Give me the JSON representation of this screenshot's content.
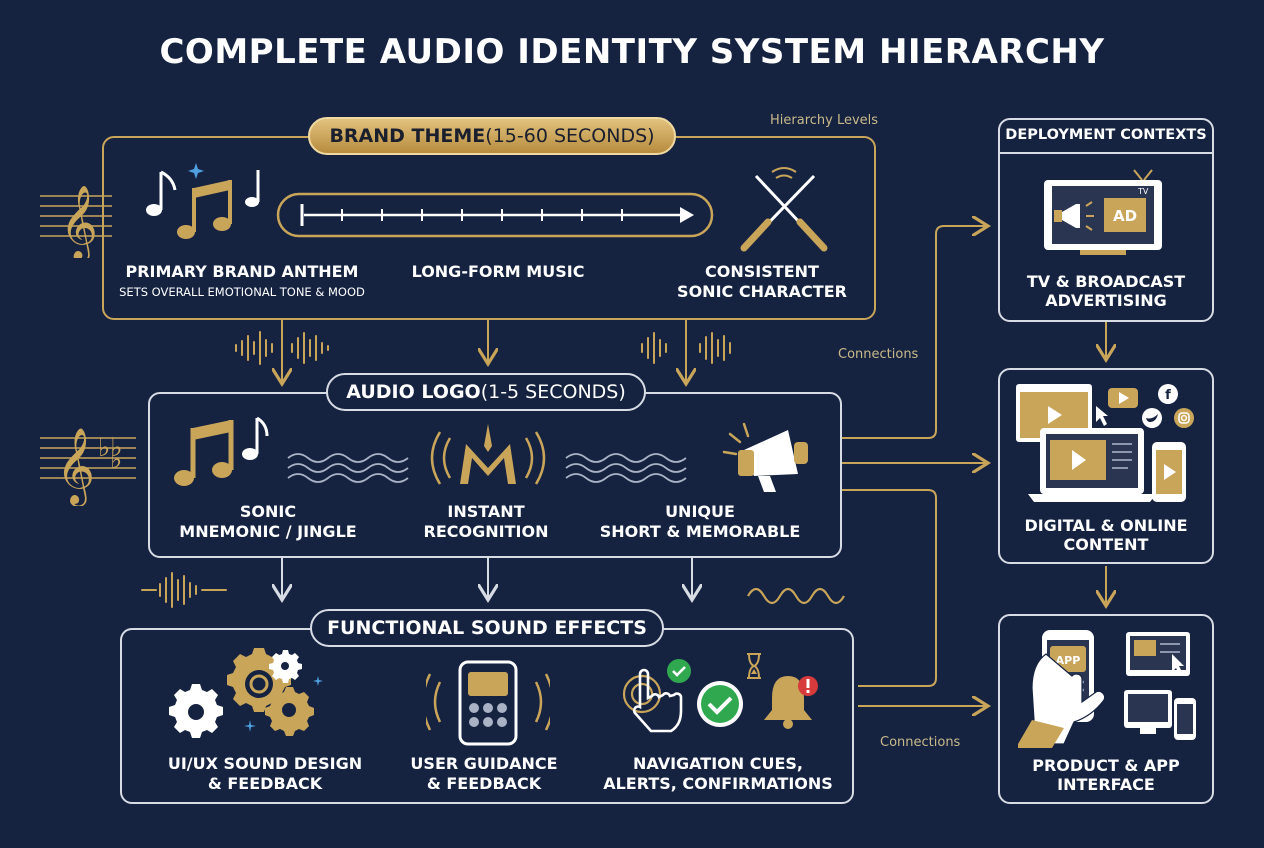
{
  "title": "COMPLETE AUDIO IDENTITY SYSTEM HIERARCHY",
  "notes": {
    "hierarchy_levels": "Hierarchy Levels",
    "connections_1": "Connections",
    "connections_2": "Connections"
  },
  "brand_theme": {
    "title_main": "BRAND THEME",
    "title_detail": " (15-60 SECONDS)",
    "items": [
      {
        "label_line1": "PRIMARY BRAND ANTHEM",
        "label_line2": "SETS OVERALL EMOTIONAL TONE & MOOD"
      },
      {
        "label_line1": "LONG-FORM MUSIC"
      },
      {
        "label_line1": "CONSISTENT",
        "label_line2": "SONIC CHARACTER"
      }
    ]
  },
  "audio_logo": {
    "title_main": "AUDIO LOGO",
    "title_detail": " (1-5 SECONDS)",
    "items": [
      {
        "label_line1": "SONIC",
        "label_line2": "MNEMONIC / JINGLE"
      },
      {
        "label_line1": "INSTANT",
        "label_line2": "RECOGNITION"
      },
      {
        "label_line1": "UNIQUE",
        "label_line2": "SHORT & MEMORABLE"
      }
    ]
  },
  "sound_effects": {
    "title": "FUNCTIONAL SOUND EFFECTS",
    "items": [
      {
        "label_line1": "UI/UX SOUND DESIGN",
        "label_line2": "& FEEDBACK"
      },
      {
        "label_line1": "USER GUIDANCE",
        "label_line2": "& FEEDBACK"
      },
      {
        "label_line1": "NAVIGATION CUES,",
        "label_line2": "ALERTS, CONFIRMATIONS"
      }
    ]
  },
  "deployment": {
    "header": "DEPLOYMENT CONTEXTS",
    "contexts": [
      {
        "label_line1": "TV & BROADCAST",
        "label_line2": "ADVERTISING",
        "badge": "AD",
        "mini": "TV"
      },
      {
        "label_line1": "DIGITAL & ONLINE",
        "label_line2": "CONTENT"
      },
      {
        "label_line1": "PRODUCT & APP",
        "label_line2": "INTERFACE",
        "badge": "APP"
      }
    ]
  },
  "colors": {
    "background": "#152341",
    "gold": "#c9a55a",
    "outline": "#d7dbe4",
    "success": "#2fa84f",
    "alert": "#d63a3a"
  },
  "icons": [
    "treble-clef-icon",
    "music-notes-icon",
    "timeline-arrow-icon",
    "conductor-batons-icon",
    "sound-wave-icon",
    "monogram-m-icon",
    "megaphone-icon",
    "gears-icon",
    "phone-keypad-icon",
    "tap-hand-icon",
    "checkmark-icon",
    "hourglass-icon",
    "bell-icon",
    "tv-icon",
    "laptop-icon",
    "phone-app-icon"
  ]
}
